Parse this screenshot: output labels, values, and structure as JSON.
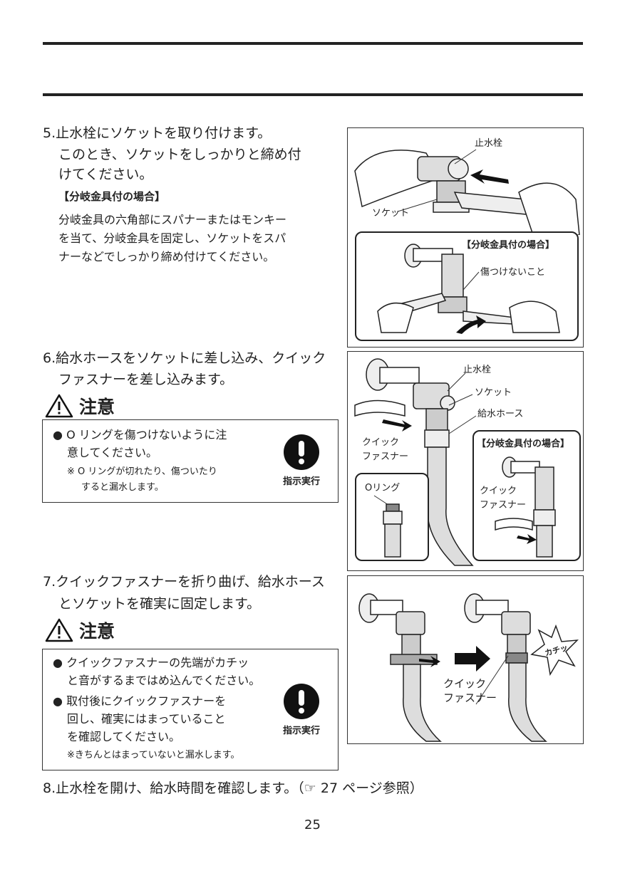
{
  "step5": {
    "number": "5.",
    "text_line1": "止水栓にソケットを取り付けます。",
    "text_line2": "このとき、ソケットをしっかりと締め付",
    "text_line3": "けてください。",
    "subheading": "【分岐金具付の場合】",
    "body_line1": "分岐金具の六角部にスパナーまたはモンキー",
    "body_line2": "を当て、分岐金具を固定し、ソケットをスパ",
    "body_line3": "ナーなどでしっかり締め付けてください。"
  },
  "fig5": {
    "label_shisuisen": "止水栓",
    "label_socket": "ソケット",
    "inset_title": "【分岐金具付の場合】",
    "inset_label": "傷つけないこと"
  },
  "step6": {
    "number": "6.",
    "text_line1": "給水ホースをソケットに差し込み、クイック",
    "text_line2": "ファスナーを差し込みます。",
    "caution_label": "注意",
    "bullet_line1": "O リングを傷つけないように注",
    "bullet_line2": "意してください。",
    "note_line1": "※ O リングが切れたり、傷ついたり",
    "note_line2": "すると漏水します。",
    "sign_label": "指示実行"
  },
  "fig6": {
    "label_shisuisen": "止水栓",
    "label_socket": "ソケット",
    "label_hose": "給水ホース",
    "label_fastener_1": "クイック",
    "label_fastener_2": "ファスナー",
    "label_oring": "Oリング",
    "inset_title": "【分岐金具付の場合】",
    "inset_fastener_1": "クイック",
    "inset_fastener_2": "ファスナー"
  },
  "step7": {
    "number": "7.",
    "text_line1": "クイックファスナーを折り曲げ、給水ホース",
    "text_line2": "とソケットを確実に固定します。",
    "caution_label": "注意",
    "bullet1_line1": "クイックファスナーの先端がカチッ",
    "bullet1_line2": "と音がするまではめ込んでください。",
    "bullet2_line1": "取付後にクイックファスナーを",
    "bullet2_line2": "回し、確実にはまっていること",
    "bullet2_line3": "を確認してください。",
    "note": "※きちんとはまっていないと漏水します。",
    "sign_label": "指示実行"
  },
  "fig7": {
    "label_fastener_1": "クイック",
    "label_fastener_2": "ファスナー",
    "burst_text": "カチッ"
  },
  "step8": {
    "number": "8.",
    "text": "止水栓を開け、給水時間を確認します。（☞ 27 ページ参照）"
  },
  "page_number": "25"
}
